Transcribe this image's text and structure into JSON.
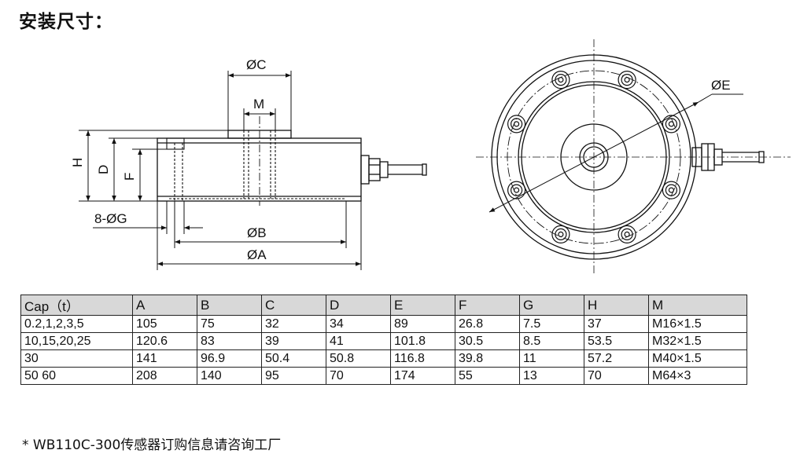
{
  "title": "安装尺寸：",
  "drawing": {
    "labels": {
      "oc": "ØC",
      "m": "M",
      "h": "H",
      "d": "D",
      "f": "F",
      "og": "8-ØG",
      "ob": "ØB",
      "oa": "ØA",
      "oe": "ØE"
    }
  },
  "table": {
    "headers": [
      "Cap（t）",
      "A",
      "B",
      "C",
      "D",
      "E",
      "F",
      "G",
      "H",
      "M"
    ],
    "rows": [
      [
        "0.2,1,2,3,5",
        "105",
        "75",
        "32",
        "34",
        "89",
        "26.8",
        "7.5",
        "37",
        "M16×1.5"
      ],
      [
        "10,15,20,25",
        "120.6",
        "83",
        "39",
        "41",
        "101.8",
        "30.5",
        "8.5",
        "53.5",
        "M32×1.5"
      ],
      [
        "30",
        "141",
        "96.9",
        "50.4",
        "50.8",
        "116.8",
        "39.8",
        "11",
        "57.2",
        "M40×1.5"
      ],
      [
        "50 60",
        "208",
        "140",
        "95",
        "70",
        "174",
        "55",
        "13",
        "70",
        "M64×3"
      ]
    ]
  },
  "footnote": "* WB110C-300传感器订购信息请咨询工厂"
}
